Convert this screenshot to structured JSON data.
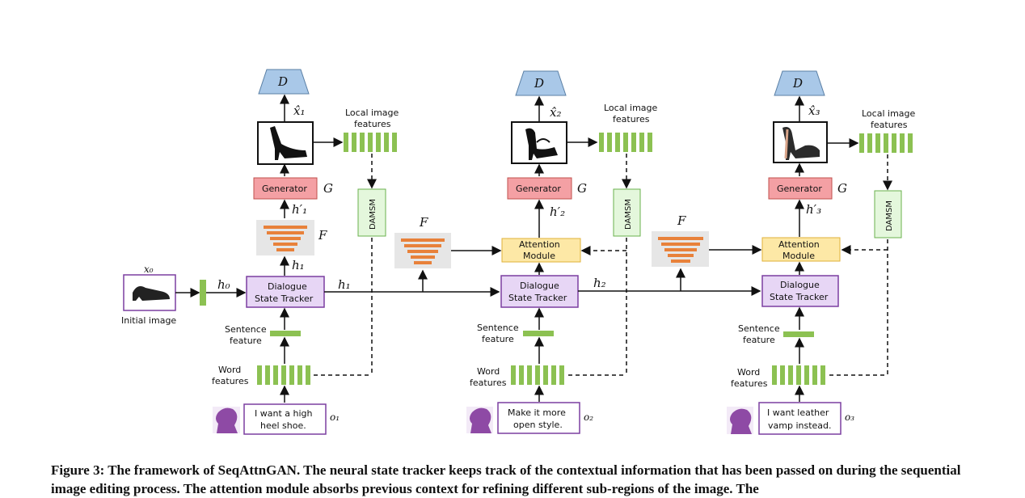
{
  "diagram": {
    "initial": {
      "var": "x₀",
      "label": "Initial image",
      "h0": "h₀"
    },
    "stages": [
      {
        "xhat": "x̂₁",
        "h_state": "h₁",
        "h_prime": "h′₁",
        "o": "o₁",
        "utterance": [
          "I want a high",
          "heel shoe."
        ],
        "fusion": "F"
      },
      {
        "xhat": "x̂₂",
        "h_state": "h₂",
        "h_prime": "h′₂",
        "o": "o₂",
        "utterance": [
          "Make it more",
          "open style."
        ],
        "fusion": "F"
      },
      {
        "xhat": "x̂₃",
        "h_state": "h₂",
        "h_prime": "h′₃",
        "o": "o₃",
        "utterance": [
          "I want leather",
          "vamp instead."
        ],
        "fusion": "F"
      }
    ],
    "labels": {
      "discriminator": "D",
      "generator": "Generator",
      "generator_var": "G",
      "dialogue_tracker": [
        "Dialogue",
        "State Tracker"
      ],
      "attention_module": [
        "Attention",
        "Module"
      ],
      "damsm": "DAMSM",
      "local_features": [
        "Local image",
        "features"
      ],
      "sentence_feature": [
        "Sentence",
        "feature"
      ],
      "word_features": [
        "Word",
        "features"
      ],
      "h1_stage1": "h₁"
    },
    "colors": {
      "discriminator": "#a9c8e8",
      "generator": "#f4a0a4",
      "tracker": "#e7d6f5",
      "attention": "#fde8a6",
      "damsm": "#e4f7dc",
      "feature_bar": "#8cc152",
      "fusion_bar": "#e8813a"
    }
  },
  "caption": {
    "label": "Figure 3:",
    "text": "The framework of SeqAttnGAN. The neural state tracker keeps track of the contextual information that has been passed on during the sequential image editing process. The attention module absorbs previous context for refining different sub-regions of the image. The"
  }
}
